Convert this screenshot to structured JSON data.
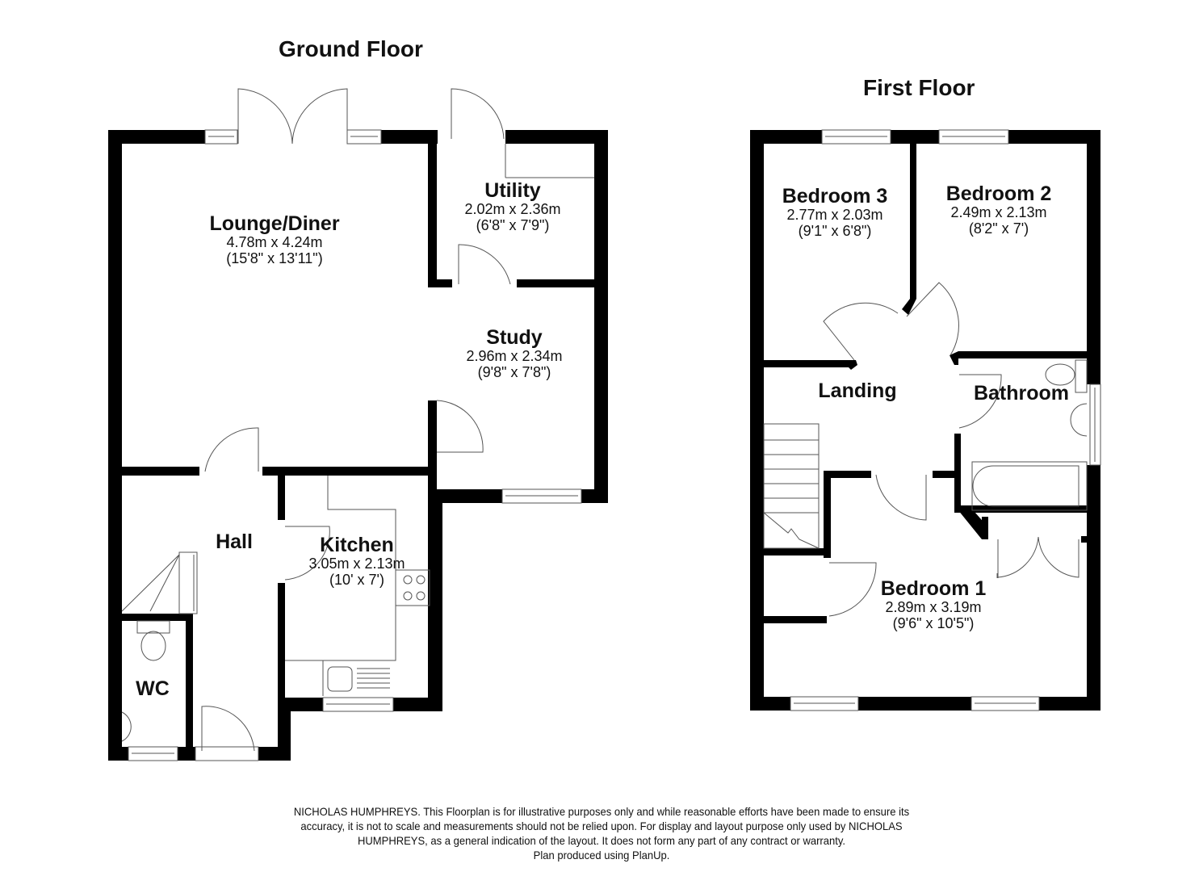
{
  "floors": [
    {
      "title": "Ground Floor",
      "rooms": [
        {
          "name": "Lounge/Diner",
          "metric": "4.78m x 4.24m",
          "imperial": "(15'8\" x 13'11\")"
        },
        {
          "name": "Utility",
          "metric": "2.02m x 2.36m",
          "imperial": "(6'8\" x 7'9\")"
        },
        {
          "name": "Study",
          "metric": "2.96m x 2.34m",
          "imperial": "(9'8\" x 7'8\")"
        },
        {
          "name": "Hall"
        },
        {
          "name": "Kitchen",
          "metric": "3.05m x 2.13m",
          "imperial": "(10' x 7')"
        },
        {
          "name": "WC"
        }
      ]
    },
    {
      "title": "First Floor",
      "rooms": [
        {
          "name": "Bedroom 3",
          "metric": "2.77m x 2.03m",
          "imperial": "(9'1\" x 6'8\")"
        },
        {
          "name": "Bedroom 2",
          "metric": "2.49m x 2.13m",
          "imperial": "(8'2\" x 7')"
        },
        {
          "name": "Landing"
        },
        {
          "name": "Bathroom"
        },
        {
          "name": "Bedroom 1",
          "metric": "2.89m x 3.19m",
          "imperial": "(9'6\" x 10'5\")"
        }
      ]
    }
  ],
  "disclaimer": {
    "lines": [
      "NICHOLAS HUMPHREYS. This Floorplan is for illustrative purposes only and while reasonable efforts have been made to ensure its",
      "accuracy, it is not to scale and measurements should not be relied upon. For display and layout purpose only used by NICHOLAS",
      "HUMPHREYS, as a general indication of the layout. It does not form any part of any contract or warranty.",
      "Plan produced using PlanUp."
    ]
  },
  "colors": {
    "wall": "#000000",
    "line": "#555555",
    "background": "#ffffff"
  }
}
